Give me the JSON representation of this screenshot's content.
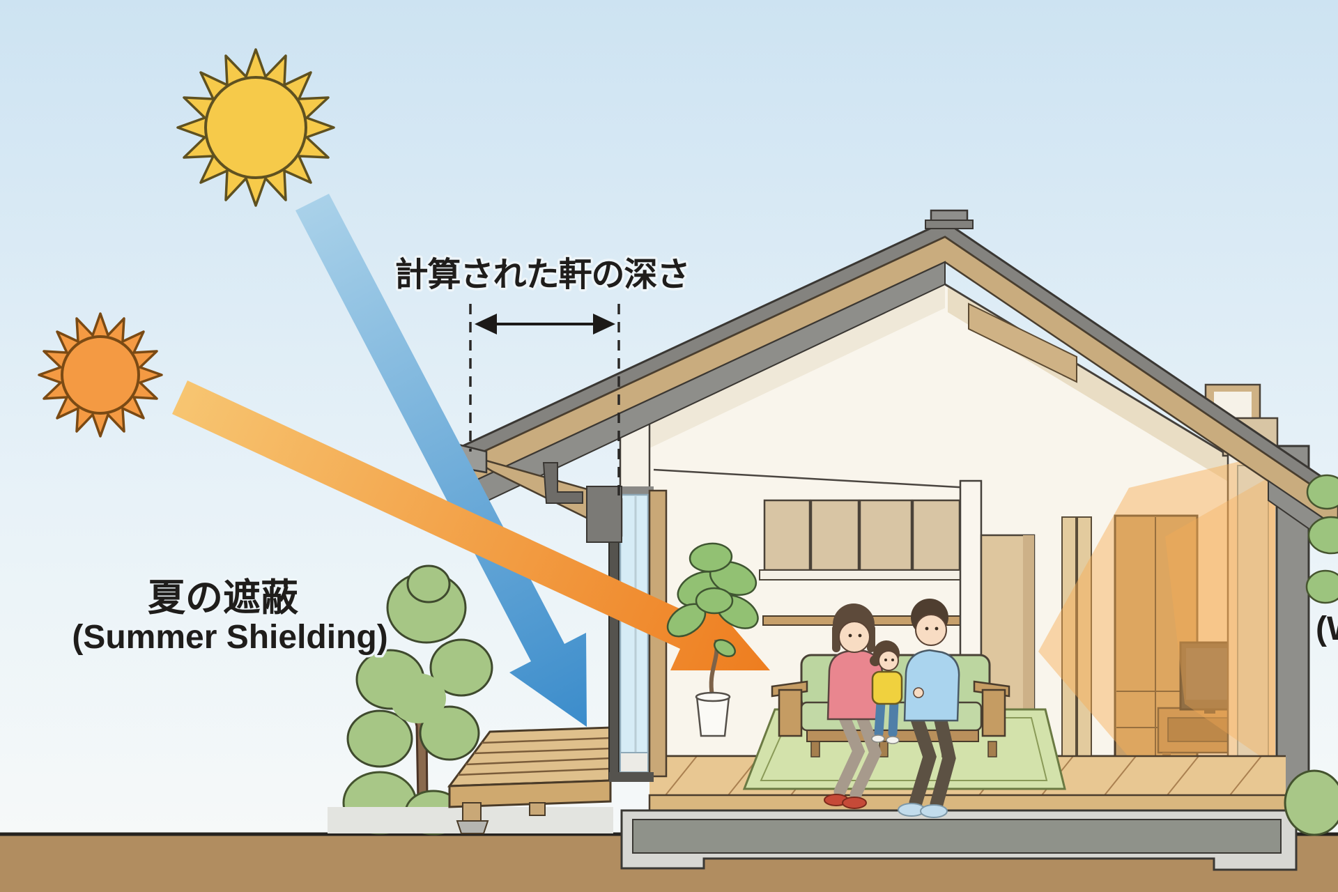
{
  "labels": {
    "eave_depth": "計算された軒の深さ",
    "summer_line1": "夏の遮蔽",
    "summer_line2": "(Summer Shielding)",
    "winter_partial": "(W"
  },
  "scene": {
    "type": "illustration",
    "subject": "house cross-section with calculated eave depth blocking high summer sun (blue arrow) while low sun (orange arrow) reaches the living room family"
  },
  "colors": {
    "sky_top": "#cde3f2",
    "sky_mid": "#e8f2f8",
    "sky_bottom": "#f6f9f9",
    "soil": "#b18d60",
    "sun_summer_fill": "#f6ca4a",
    "sun_summer_stroke": "#5f5120",
    "sun_winter_fill": "#f49a43",
    "sun_winter_stroke": "#7a4a14",
    "arrow_summer_start": "#a9d1e9",
    "arrow_summer_end": "#3b8ccb",
    "arrow_winter_start": "#f7c571",
    "arrow_winter_end": "#ee7d1f",
    "roof_gray": "#84837f",
    "roof_tan": "#c9ac7e",
    "interior_cream": "#f9f5ec",
    "floor_wood": "#e8c792",
    "sofa_green": "#bcd6a0",
    "rug_green": "#d3e2ab",
    "foliage_green": "#a6c685",
    "glass_blue": "#d6ecf6",
    "foundation_gray": "#8f928a",
    "glow_orange": "#f6ad55"
  }
}
